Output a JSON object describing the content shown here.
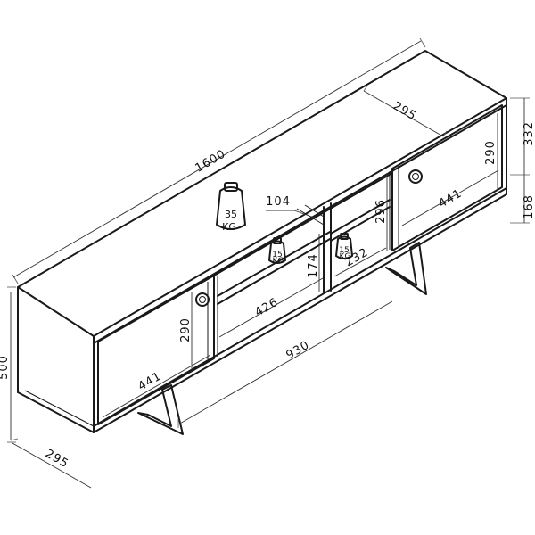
{
  "dimensions": {
    "total_length": "1600",
    "depth_top": "295",
    "depth_bottom": "295",
    "height_top": "332",
    "height_bottom": "168",
    "total_height": "500",
    "door_height_right": "290",
    "door_width_right": "441",
    "door_height_left": "290",
    "door_width_left": "441",
    "shelf_top_depth": "104",
    "middle_height": "296",
    "middle_shelf_height": "174",
    "middle_shelf_width": "232",
    "lower_shelf_width": "426",
    "base_length": "930"
  },
  "weights": {
    "top_value": "35",
    "top_unit": "KG",
    "shelf_left_value": "15",
    "shelf_left_unit": "KG",
    "shelf_right_value": "15",
    "shelf_right_unit": "KG"
  }
}
